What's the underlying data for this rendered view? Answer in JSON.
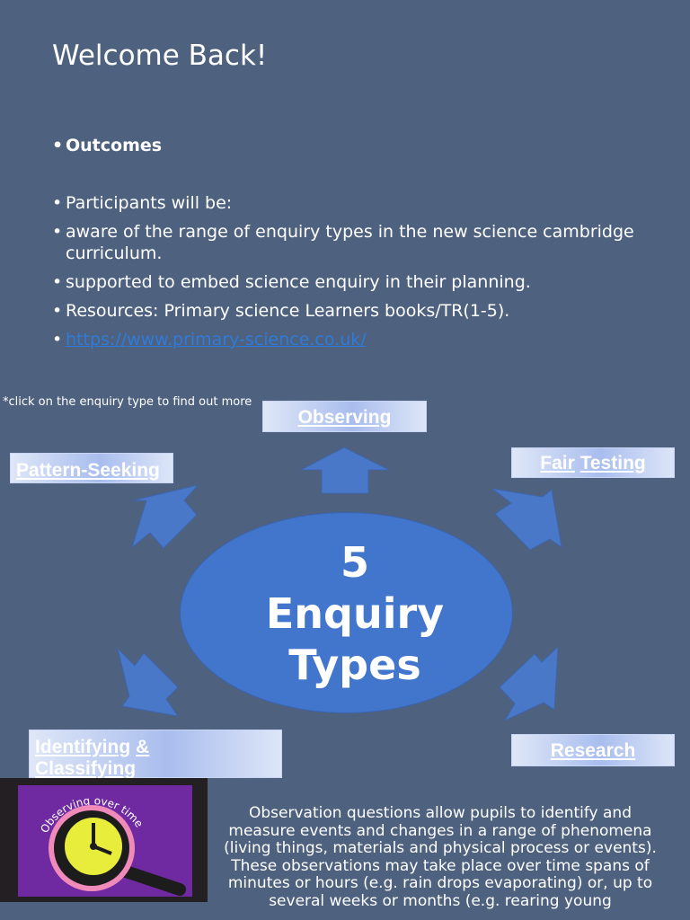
{
  "slide": {
    "title": "Welcome Back!",
    "bullets": [
      {
        "text": "Outcomes",
        "bold": true
      },
      {
        "text": "Participants will be:"
      },
      {
        "text": "aware of the range of enquiry types in the new science cambridge curriculum."
      },
      {
        "text": "supported to embed science enquiry in their planning."
      },
      {
        "text": "Resources: Primary science Learners books/TR(1-5)."
      }
    ],
    "link": "https://www.primary-science.co.uk/",
    "click_note": "*click on the enquiry type to find out more"
  },
  "diagram": {
    "center_lines": [
      "5",
      "Enquiry",
      "Types"
    ],
    "tiles": {
      "observing": "Observing",
      "fair_a": "Fair",
      "fair_b": "Testing",
      "pattern": "Pattern-Seeking",
      "identify_a": "Identifying",
      "identify_amp": "&",
      "identify_b": "Classifying",
      "research": "Research"
    },
    "colors": {
      "background": "#4e627f",
      "hub": "#4275cc",
      "arrow": "#4a78c9",
      "link": "#2f7bd9"
    }
  },
  "thumbnail": {
    "curved_text": "Observing over time",
    "icon": "magnifying-glass-clock-icon",
    "colors": {
      "frame": "#231f22",
      "card": "#6f2aa1",
      "clock": "#e8ec3a",
      "ring": "#f08ab9"
    }
  },
  "description": {
    "para1": "Observation questions allow pupils to identify and measure events and changes in a range of phenomena (living things, materials and physical process or events).",
    "para2": "These observations may take place over time spans of minutes or hours (e.g. rain drops evaporating) or, up to several weeks or months (e.g. rearing young"
  }
}
